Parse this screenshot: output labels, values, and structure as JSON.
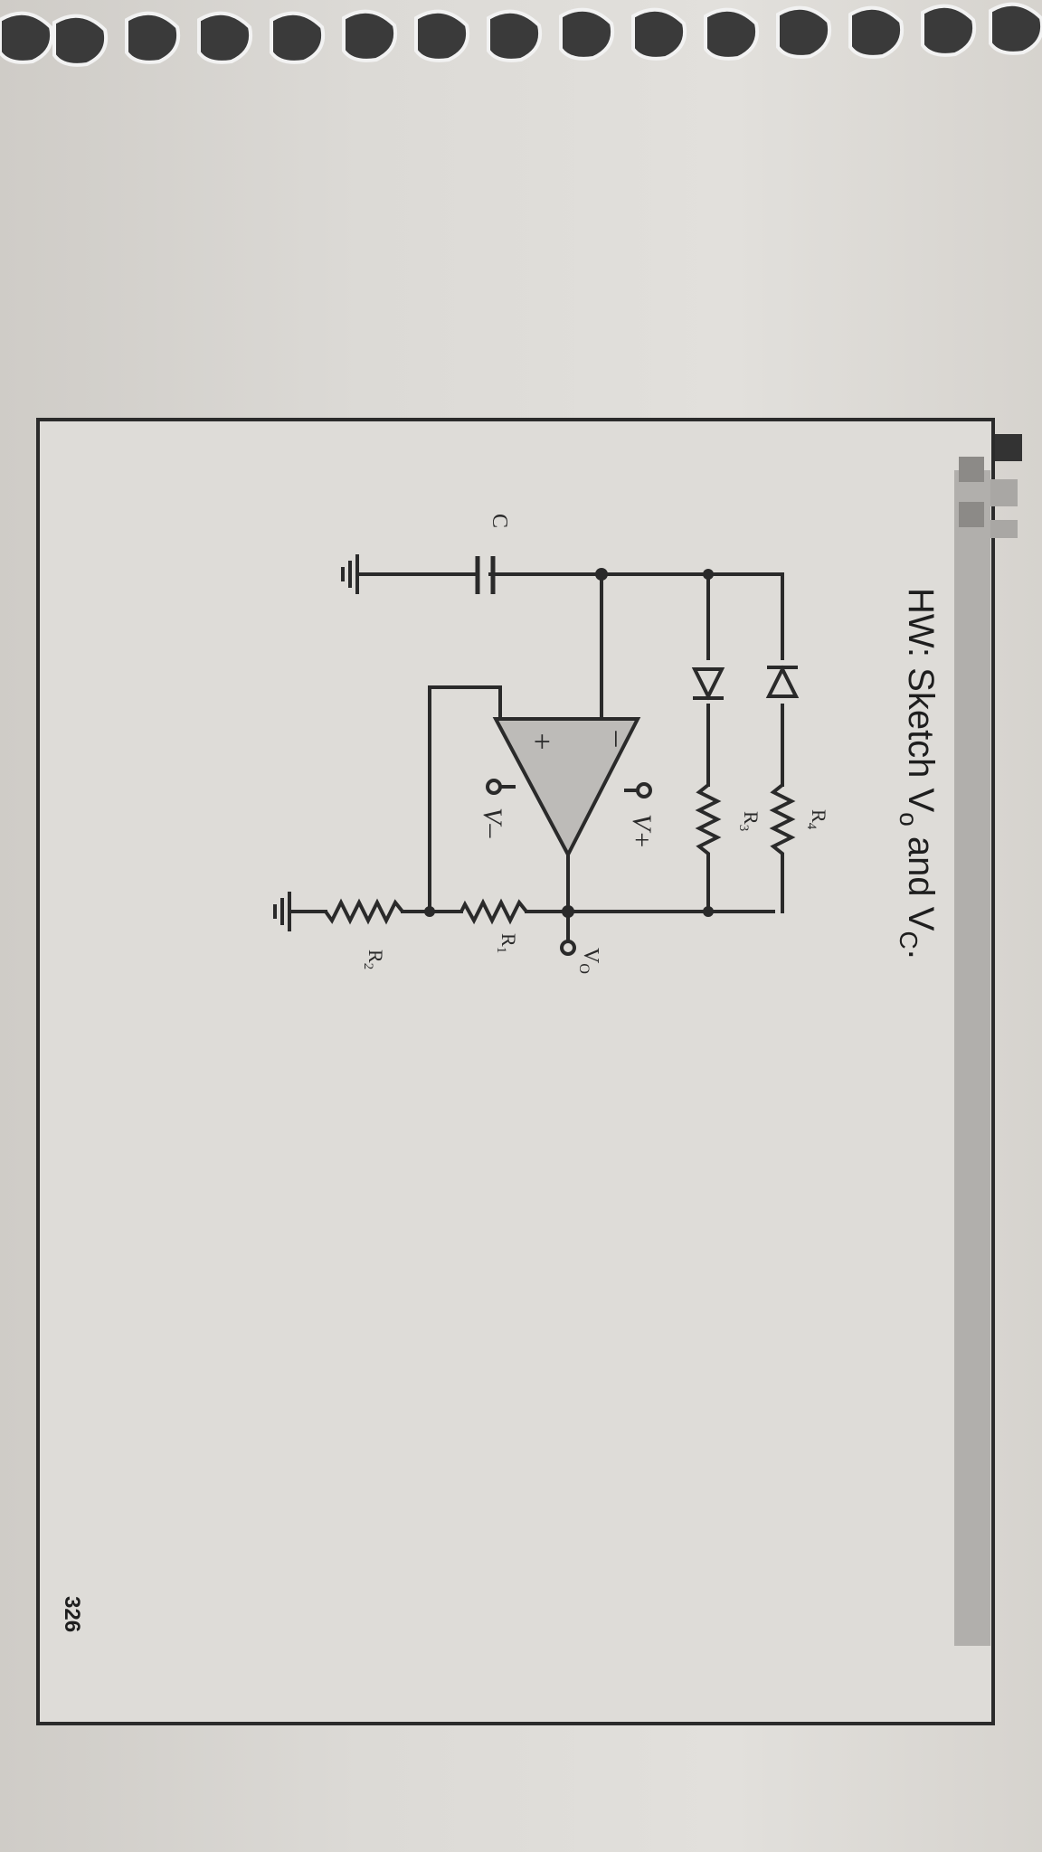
{
  "slide": {
    "title_prefix": "HW: Sketch V",
    "title_sub1": "o",
    "title_mid": " and V",
    "title_sub2": "C",
    "title_end": ".",
    "page_number": "326"
  },
  "circuit": {
    "labels": {
      "r4": "R",
      "r4_sub": "4",
      "r3": "R",
      "r3_sub": "3",
      "r1": "R",
      "r1_sub": "1",
      "r2": "R",
      "r2_sub": "2",
      "c": "C",
      "vo": "V",
      "vo_sub": "O",
      "vplus": "V+",
      "vminus": "V–",
      "opamp_plus": "+",
      "opamp_minus": "–"
    }
  },
  "colors": {
    "ink": "#2a2a2a",
    "slide_border": "#2b2b2b",
    "opamp_fill": "#bdbbb8",
    "header_bar": "#a9a7a4"
  }
}
